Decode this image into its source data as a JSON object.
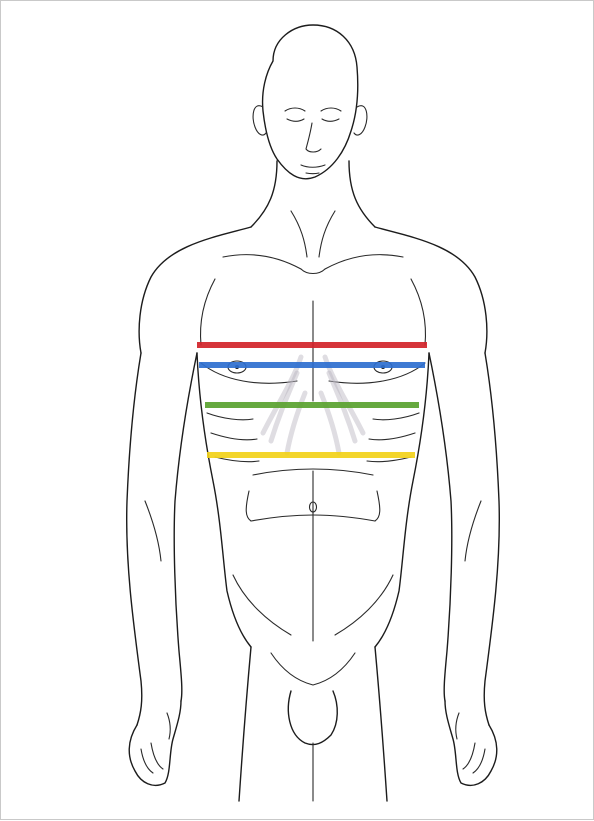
{
  "figure": {
    "background": "#ffffff",
    "border_color": "#c9c9c9",
    "outline_color": "#1c1c1c"
  },
  "bands": [
    {
      "name": "red-band",
      "color": "#d2232a"
    },
    {
      "name": "blue-band",
      "color": "#2e6fd0"
    },
    {
      "name": "green-band",
      "color": "#5aa22f"
    },
    {
      "name": "yellow-band",
      "color": "#f2d21a"
    }
  ]
}
